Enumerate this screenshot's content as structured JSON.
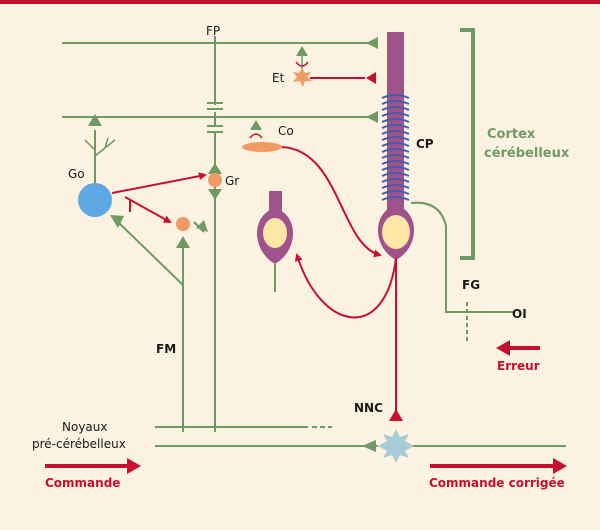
{
  "labels": {
    "fp": "FP",
    "et": "Et",
    "co": "Co",
    "go": "Go",
    "gr": "Gr",
    "cp": "CP",
    "cortex_line1": "Cortex",
    "cortex_line2": "cérébelleux",
    "fg": "FG",
    "oi": "OI",
    "erreur": "Erreur",
    "fm": "FM",
    "nnc": "NNC",
    "noyaux_line1": "Noyaux",
    "noyaux_line2": "pré-cérébelleux",
    "commande": "Commande",
    "commande_corrigee": "Commande corrigée"
  },
  "colors": {
    "background": "#fbf2e2",
    "green": "#6f9a62",
    "red": "#c8102e",
    "purple": "#a0528a",
    "coil": "#4a5ba8",
    "soma": "#fde6a6",
    "golgi": "#5fa8e6",
    "orange": "#f29a64",
    "nucleus": "#a9cdd8"
  }
}
